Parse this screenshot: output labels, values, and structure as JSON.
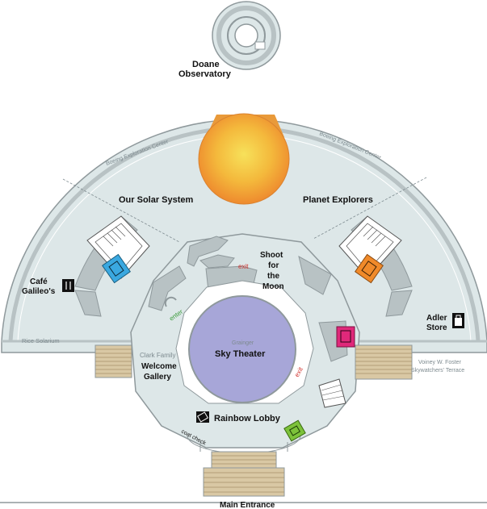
{
  "colors": {
    "floor": "#dde7e8",
    "wall": "#b8c2c4",
    "wall_edge": "#8f999c",
    "theater": "#a7a6d8",
    "stairs": "#d9c8a4",
    "sun_outer": "#f2a23a",
    "sun_inner": "#f6d84f",
    "elevator_blue": "#3aa8e0",
    "elevator_orange": "#f08a2a",
    "elevator_pink": "#e0287a",
    "elevator_green": "#7cc23a"
  },
  "labels": {
    "observatory_line1": "Doane",
    "observatory_line2": "Observatory",
    "boeing_left": "Boeing Exploration Center",
    "boeing_right": "Boeing Exploration Center",
    "our_solar_system": "Our Solar System",
    "planet_explorers": "Planet Explorers",
    "shoot_line1": "Shoot",
    "shoot_line2": "for",
    "shoot_line3": "the",
    "shoot_line4": "Moon",
    "exit_top": "exit",
    "exit_right": "exit",
    "enter": "enter",
    "cafe_line1": "Café",
    "cafe_line2": "Galileo's",
    "adler_line1": "Adler",
    "adler_line2": "Store",
    "rice_solarium": "Rice Solarium",
    "terrace_line1": "Voiney W. Foster",
    "terrace_line2": "Skywatchers' Terrace",
    "clark_line1": "Clark Family",
    "clark_line2": "Welcome",
    "clark_line3": "Gallery",
    "grainger": "Grainger",
    "sky_theater": "Sky Theater",
    "rainbow_lobby": "Rainbow Lobby",
    "coat_check": "coat check",
    "main_entrance": "Main Entrance"
  },
  "icons": {
    "cafe": "fork-knife-icon",
    "store": "shopping-bag-icon",
    "lobby": "ticket-icon",
    "elevator": "elevator-icon"
  }
}
